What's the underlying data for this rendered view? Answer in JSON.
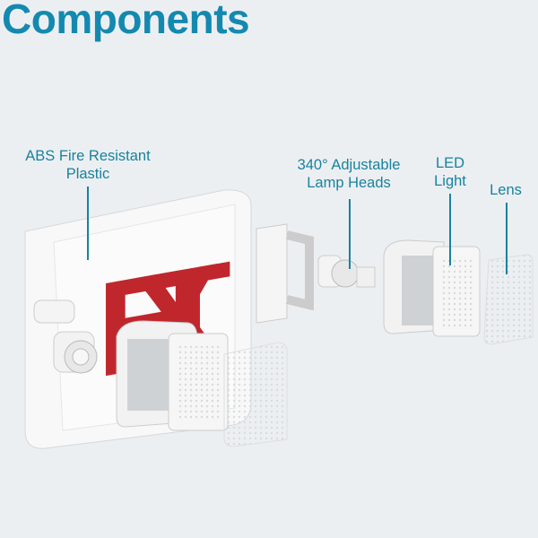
{
  "title": "Components",
  "product": {
    "sign_text": "EXIT",
    "sign_color": "#c0272d"
  },
  "labels": {
    "abs": {
      "line1": "ABS Fire Resistant",
      "line2": "Plastic"
    },
    "lamp": {
      "line1": "340° Adjustable",
      "line2": "Lamp Heads"
    },
    "led": {
      "line1": "LED",
      "line2": "Light"
    },
    "lens": {
      "line1": "Lens"
    }
  },
  "colors": {
    "accent": "#1489b0",
    "label": "#17839e",
    "background": "#eceff2"
  }
}
